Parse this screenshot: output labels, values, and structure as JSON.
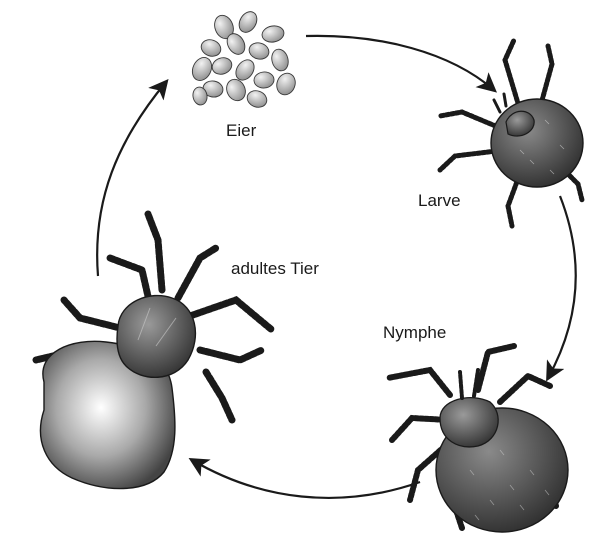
{
  "diagram": {
    "stages": [
      {
        "id": "eggs",
        "label": "Eier"
      },
      {
        "id": "larva",
        "label": "Larve"
      },
      {
        "id": "nymph",
        "label": "Nymphe"
      },
      {
        "id": "adult",
        "label": "adultes Tier"
      }
    ],
    "cycle_order": [
      "eggs",
      "larva",
      "nymph",
      "adult"
    ],
    "colors": {
      "arrow": "#1a1a1a",
      "outline": "#1a1a1a",
      "body_fill": "#5a5a5a",
      "egg_fill": "#bdbdbd",
      "background": "#ffffff"
    }
  }
}
